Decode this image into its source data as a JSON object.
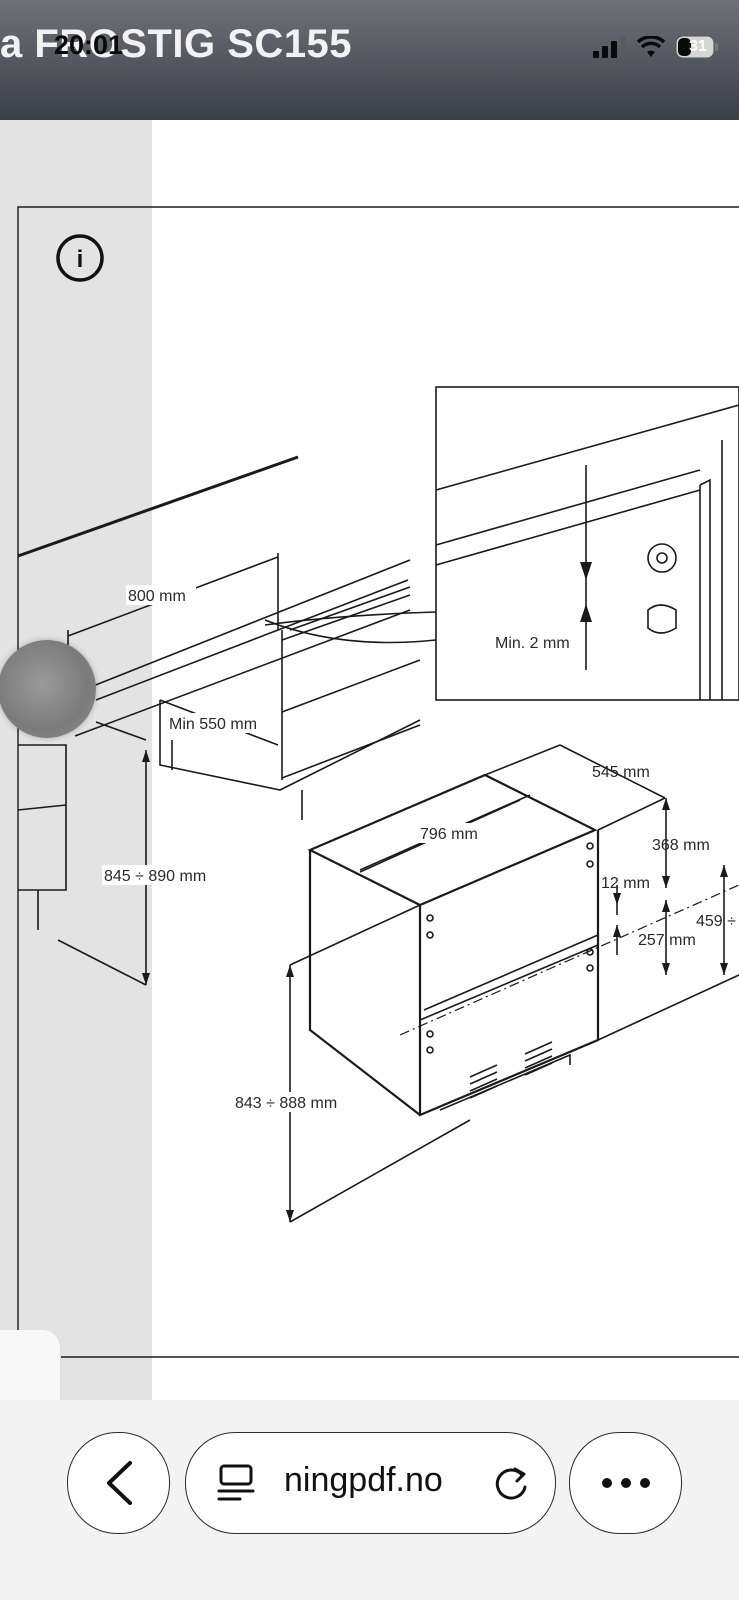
{
  "header": {
    "title": "a FROSTIG SC155",
    "time": "20:01",
    "battery": "31"
  },
  "drawing": {
    "info_symbol": "i",
    "dims": {
      "width_800": "800 mm",
      "min_550": "Min 550 mm",
      "height_845": "845 ÷ 890 mm",
      "min_2": "Min. 2 mm",
      "depth_545": "545 mm",
      "width_796": "796 mm",
      "h_368": "368 mm",
      "h_12": "12 mm",
      "h_459": "459 ÷",
      "h_257": "257 mm",
      "height_843": "843 ÷ 888 mm"
    }
  },
  "browser": {
    "url": "ningpdf.no"
  },
  "icons": [
    "back-chevron-icon",
    "reader-icon",
    "reload-icon",
    "more-icon",
    "signal-icon",
    "wifi-icon",
    "battery-icon",
    "info-icon"
  ]
}
